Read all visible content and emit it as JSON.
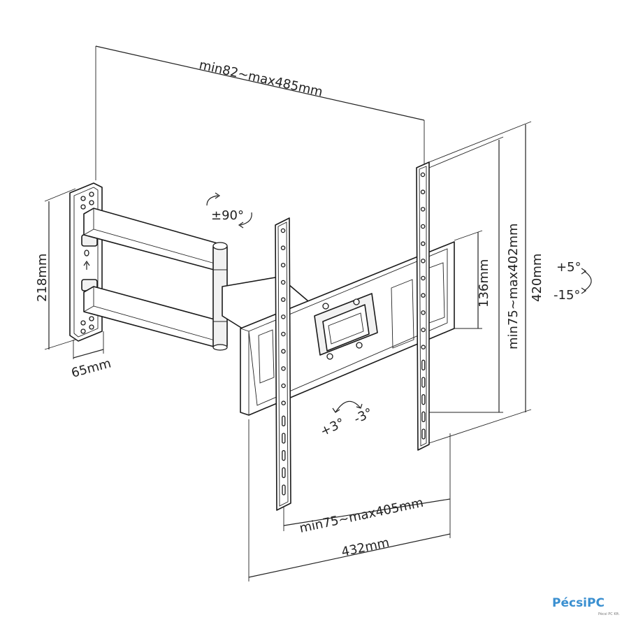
{
  "dimensions": {
    "arm_extension": "min82~max485mm",
    "rotation": "±90°",
    "wall_plate_height": "218mm",
    "wall_plate_width": "65mm",
    "vesa_vertical_inner": "136mm",
    "vesa_vertical_range": "min75~max402mm",
    "bracket_height": "420mm",
    "tilt_up": "+5°",
    "tilt_down": "-15°",
    "swivel_left": "+3°",
    "swivel_right": "-3°",
    "vesa_horizontal_range": "min75~max405mm",
    "bracket_width": "432mm"
  },
  "watermark": {
    "brand": "PécsiPC",
    "tagline": "Pécsi PC Kft."
  },
  "colors": {
    "line": "#1a1a1a",
    "brand": "#3a8fd0"
  }
}
